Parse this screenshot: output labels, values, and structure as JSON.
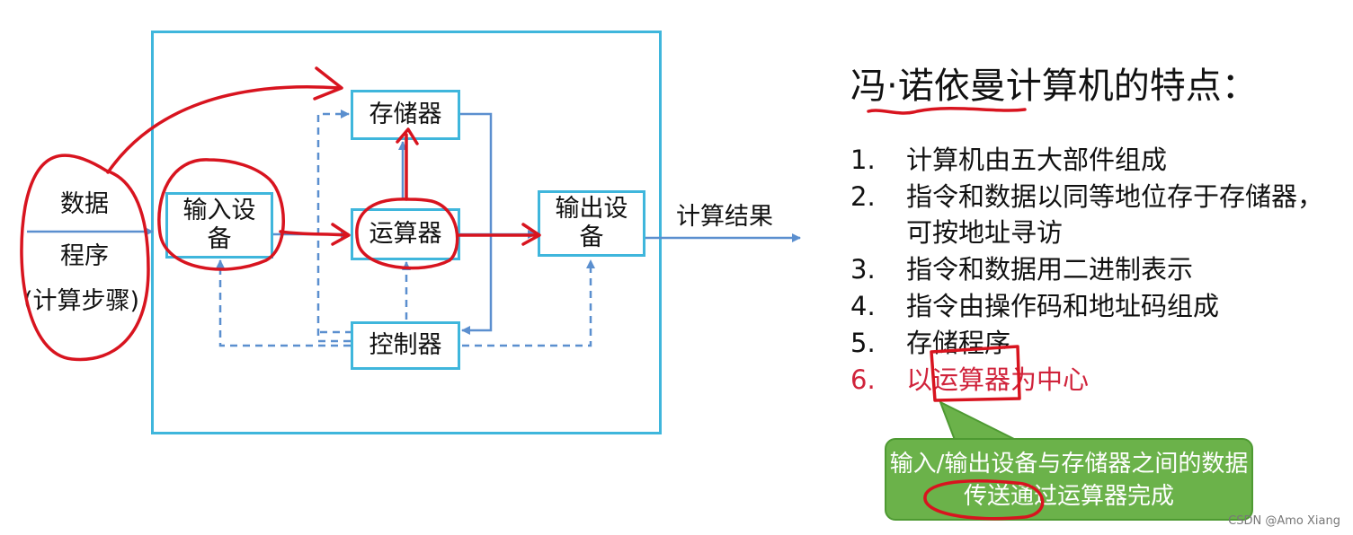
{
  "diagram": {
    "inputs_label": "数据",
    "program_label": "程序",
    "steps_label": "(计算步骤)",
    "input_device": "输入设备",
    "memory": "存储器",
    "alu": "运算器",
    "output_device": "输出设备",
    "controller": "控制器",
    "result_label": "计算结果"
  },
  "panel": {
    "title": "冯·诺依曼计算机的特点：",
    "features": [
      {
        "num": "1.",
        "text": "计算机由五大部件组成"
      },
      {
        "num": "2.",
        "text": "指令和数据以同等地位存于存储器，可按地址寻访"
      },
      {
        "num": "3.",
        "text": "指令和数据用二进制表示"
      },
      {
        "num": "4.",
        "text": "指令由操作码和地址码组成"
      },
      {
        "num": "5.",
        "text": "存储程序"
      },
      {
        "num": "6.",
        "text": "以运算器为中心"
      }
    ],
    "callout": "输入/输出设备与存储器之间的数据传送通过运算器完成"
  },
  "colors": {
    "box_border": "#3fb6dc",
    "arrow": "#5b8fcf",
    "ink": "#d8141f",
    "highlight": "#d0233b",
    "callout_bg": "#6bb24a"
  },
  "watermark": "CSDN @Amo Xiang"
}
